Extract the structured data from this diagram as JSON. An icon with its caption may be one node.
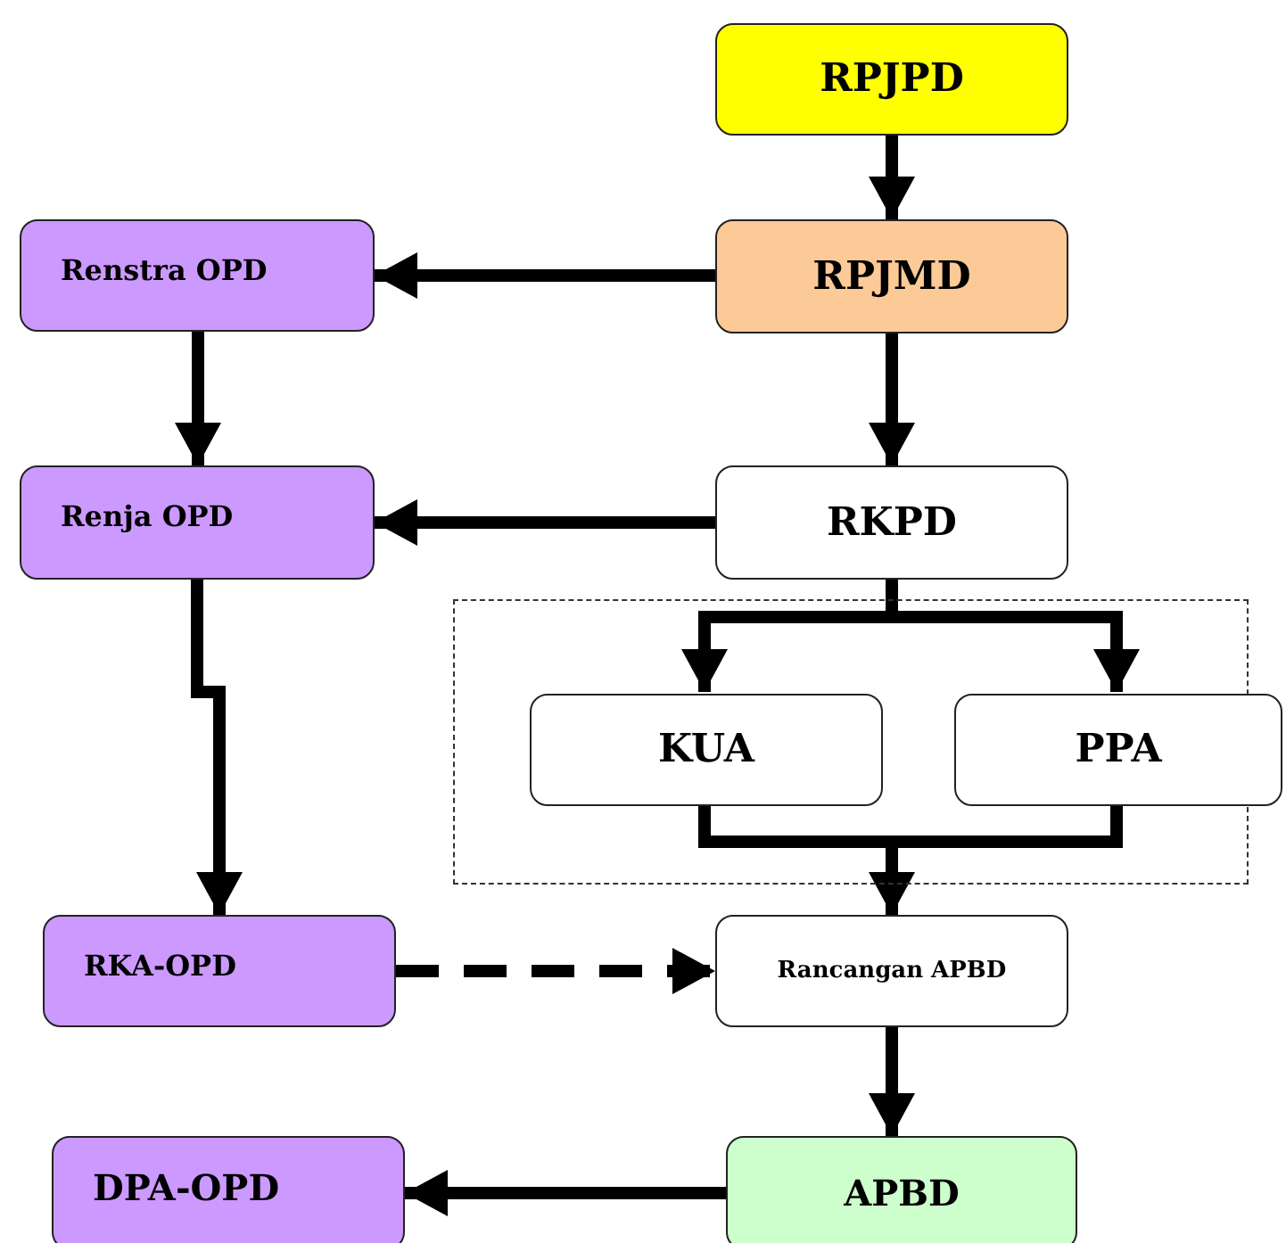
{
  "diagram": {
    "nodes": [
      {
        "text": [
          "RPJPD"
        ]
      },
      {
        "text": [
          "Renstra OPD"
        ]
      },
      {
        "text": [
          "RPJMD"
        ]
      },
      {
        "text": [
          "Renja OPD"
        ]
      },
      {
        "text": [
          "RKPD"
        ]
      },
      {
        "text": [],
        "shape": "box"
      },
      {
        "text": [
          "KUA"
        ],
        "in": 5
      },
      {
        "text": [
          "PPA"
        ],
        "in": 5
      },
      {
        "text": [
          "RKA-OPD"
        ]
      },
      {
        "text": [
          "Rancangan APBD"
        ]
      },
      {
        "text": [
          "DPA-OPD"
        ]
      },
      {
        "text": [
          "APBD"
        ]
      }
    ],
    "edges": [
      {
        "from": 0,
        "to": 2,
        "arrow": "to"
      },
      {
        "from": 2,
        "to": 1,
        "arrow": "to"
      },
      {
        "from": 1,
        "to": 3,
        "arrow": "to"
      },
      {
        "from": 2,
        "to": 4,
        "arrow": "to"
      },
      {
        "from": 4,
        "to": 3,
        "arrow": "to"
      },
      {
        "from": 4,
        "to": 6,
        "arrow": "to"
      },
      {
        "from": 4,
        "to": 7,
        "arrow": "to"
      },
      {
        "from": 3,
        "to": 8,
        "arrow": "to"
      },
      {
        "from": 6,
        "to": 9,
        "arrow": "none"
      },
      {
        "from": 7,
        "to": 9,
        "arrow": "to"
      },
      {
        "from": 8,
        "to": 9,
        "arrow": "to",
        "style": "dashed"
      },
      {
        "from": 9,
        "to": 11,
        "arrow": "to"
      },
      {
        "from": 11,
        "to": 10,
        "arrow": "to"
      }
    ]
  }
}
